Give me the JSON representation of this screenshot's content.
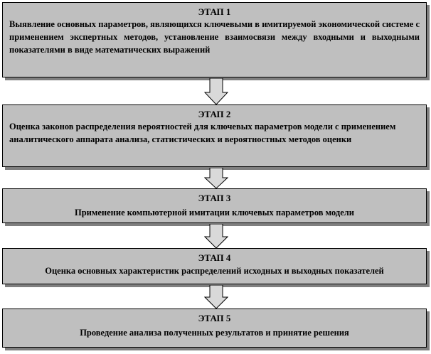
{
  "stages": [
    {
      "title": "ЭТАП 1",
      "text": "Выявление основных параметров, являющихся ключевыми в имитируемой экономической системе с применением экспертных методов, установление взаимосвязи между входными и выходными показателями в виде математических выражений"
    },
    {
      "title": "ЭТАП 2",
      "text": "Оценка законов распределения вероятностей для ключевых параметров модели с применением аналитического аппарата анализа, статистических и вероятностных методов оценки"
    },
    {
      "title": "ЭТАП 3",
      "text": "Применение компьютерной имитации ключевых параметров модели"
    },
    {
      "title": "ЭТАП 4",
      "text": "Оценка основных характеристик распределений исходных и выходных показателей"
    },
    {
      "title": "ЭТАП 5",
      "text": "Проведение анализа полученных результатов и принятие решения"
    }
  ],
  "colors": {
    "box_fill": "#bfbfbf",
    "arrow_fill": "#d9d9d9",
    "shadow": "#7f7f7f",
    "border": "#000000"
  }
}
